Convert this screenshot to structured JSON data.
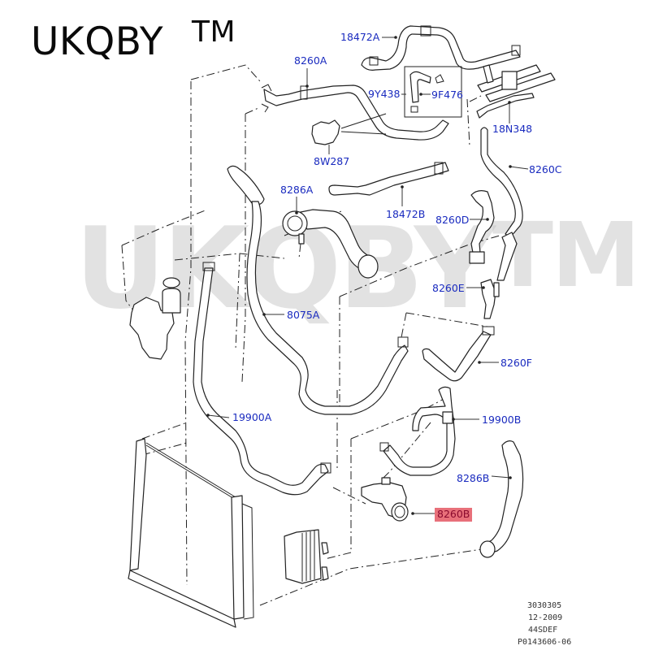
{
  "brand": {
    "name": "UKQBY",
    "trademark": "TM"
  },
  "watermark": {
    "text": "UKQBY",
    "trademark": "TM"
  },
  "colors": {
    "callout_text": "#1a2bbf",
    "highlight_bg": "#e8707a",
    "highlight_text": "#8a0a2e",
    "line": "#222222"
  },
  "callouts": [
    {
      "id": "18472A",
      "label": "18472A",
      "highlighted": false
    },
    {
      "id": "8260A",
      "label": "8260A",
      "highlighted": false
    },
    {
      "id": "9Y438",
      "label": "9Y438",
      "highlighted": false
    },
    {
      "id": "9F476",
      "label": "9F476",
      "highlighted": false
    },
    {
      "id": "18N348",
      "label": "18N348",
      "highlighted": false
    },
    {
      "id": "8W287",
      "label": "8W287",
      "highlighted": false
    },
    {
      "id": "8260C",
      "label": "8260C",
      "highlighted": false
    },
    {
      "id": "8286A",
      "label": "8286A",
      "highlighted": false
    },
    {
      "id": "18472B",
      "label": "18472B",
      "highlighted": false
    },
    {
      "id": "8260D",
      "label": "8260D",
      "highlighted": false
    },
    {
      "id": "8260E",
      "label": "8260E",
      "highlighted": false
    },
    {
      "id": "8075A",
      "label": "8075A",
      "highlighted": false
    },
    {
      "id": "8260F",
      "label": "8260F",
      "highlighted": false
    },
    {
      "id": "19900A",
      "label": "19900A",
      "highlighted": false
    },
    {
      "id": "19900B",
      "label": "19900B",
      "highlighted": false
    },
    {
      "id": "8286B",
      "label": "8286B",
      "highlighted": false
    },
    {
      "id": "8260B",
      "label": "8260B",
      "highlighted": true
    }
  ],
  "meta": {
    "line1": "3030305",
    "line2": "12-2009",
    "line3": "44SDEF",
    "line4": "P0143606-06"
  }
}
